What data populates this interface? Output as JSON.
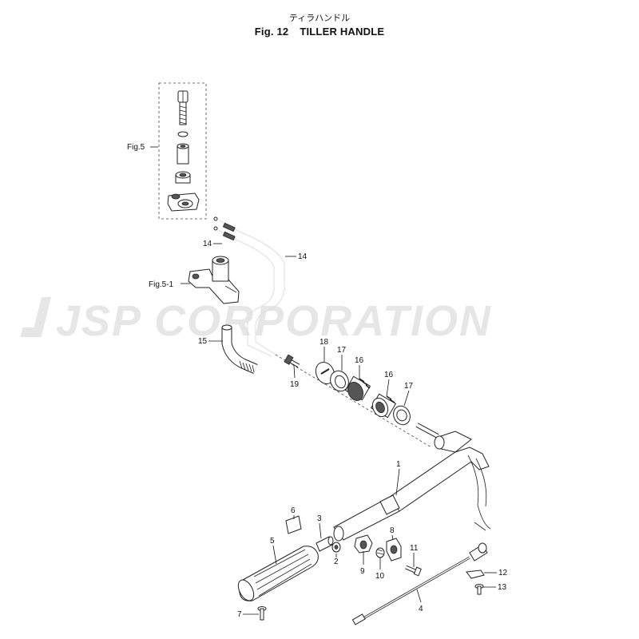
{
  "title": {
    "japanese": "ティラハンドル",
    "fig_number": "Fig. 12",
    "english": "TILLER HANDLE"
  },
  "watermark": "JSP CORPORATION",
  "references": [
    "Fig.5",
    "Fig.5-1"
  ],
  "callouts": [
    "1",
    "2",
    "3",
    "4",
    "5",
    "6",
    "7",
    "8",
    "9",
    "10",
    "11",
    "12",
    "13",
    "14",
    "14",
    "15",
    "16",
    "16",
    "17",
    "17",
    "18",
    "19"
  ],
  "colors": {
    "line": "#222222",
    "watermark": "#e6e6e6",
    "background": "#ffffff"
  }
}
